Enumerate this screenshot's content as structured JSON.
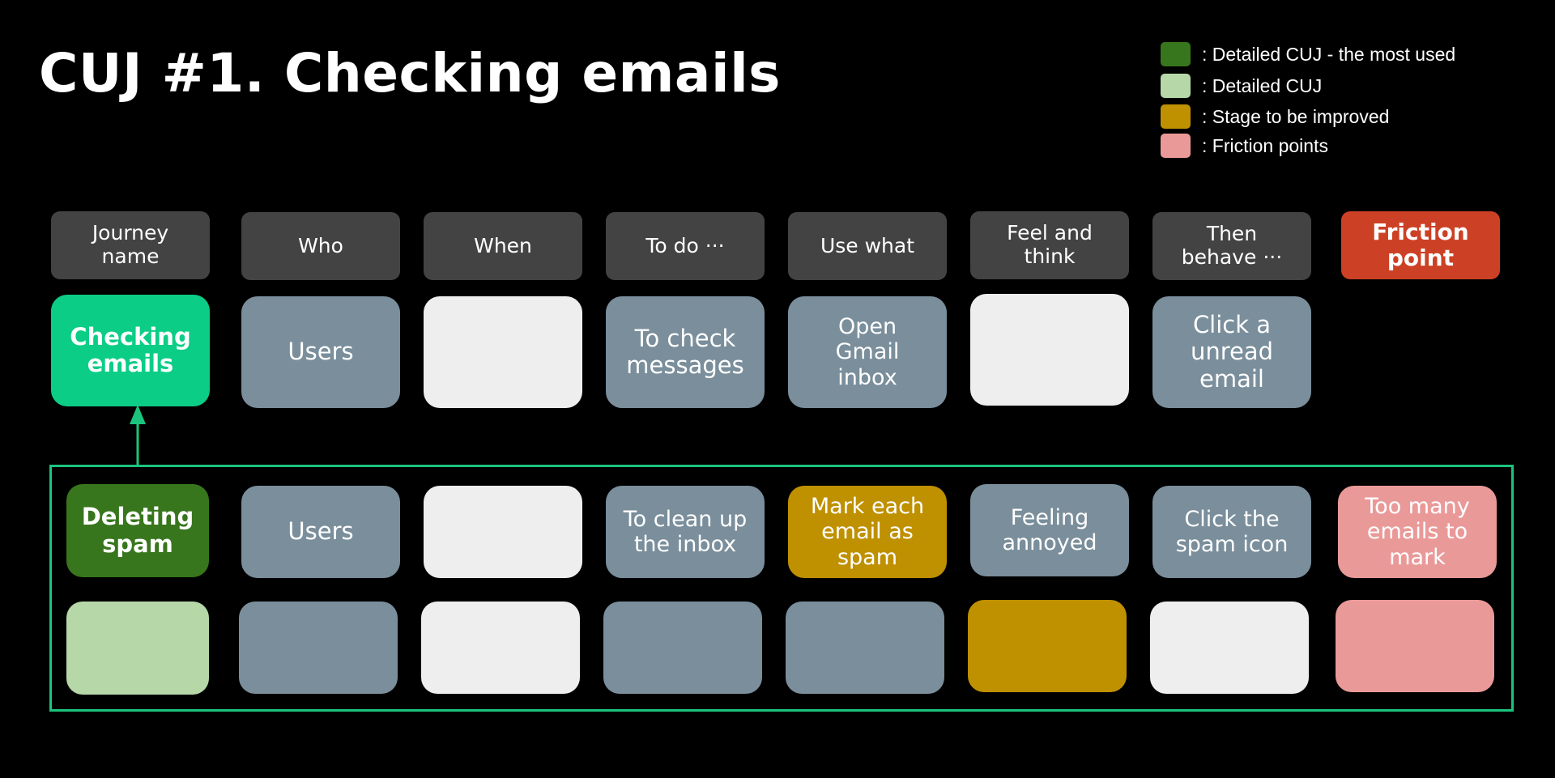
{
  "title": "CUJ #1. Checking emails",
  "legend": [
    {
      "color": "#38761d",
      "label": ": Detailed CUJ - the most used"
    },
    {
      "color": "#b6d7a8",
      "label": ": Detailed CUJ"
    },
    {
      "color": "#bf9000",
      "label": ": Stage to be improved"
    },
    {
      "color": "#ea9999",
      "label": ": Friction points"
    }
  ],
  "headers": [
    "Journey\nname",
    "Who",
    "When",
    "To do ···",
    "Use what",
    "Feel and\nthink",
    "Then\nbehave ···",
    "Friction\npoint"
  ],
  "row1": [
    "Checking\nemails",
    "Users",
    "",
    "To check\nmessages",
    "Open\nGmail\ninbox",
    "",
    "Click a\nunread\nemail"
  ],
  "row2": [
    "Deleting\nspam",
    "Users",
    "",
    "To clean up\nthe inbox",
    "Mark each\nemail as\nspam",
    "Feeling\nannoyed",
    "Click the\nspam icon",
    "Too many\nemails to\nmark"
  ],
  "row3": [
    "",
    "",
    "",
    "",
    "",
    "",
    "",
    ""
  ],
  "colors": {
    "background": "#000000",
    "header": "#434343",
    "friction_header": "#cc4125",
    "journey": "#0ccd86",
    "slate": "#7a8e9b",
    "light": "#eeeeee",
    "container_border": "#1bc47d"
  }
}
